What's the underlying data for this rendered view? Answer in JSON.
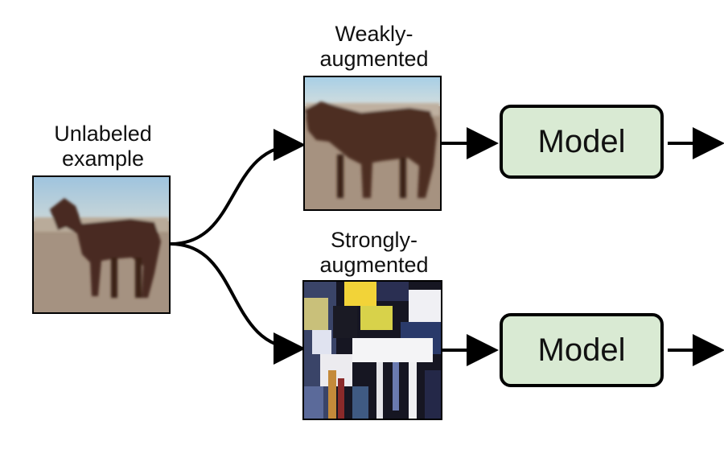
{
  "input": {
    "label_line1": "Unlabeled",
    "label_line2": "example",
    "image": "horse-photo"
  },
  "weak": {
    "label_line1": "Weakly-",
    "label_line2": "augmented",
    "image": "horse-photo-weakly-augmented"
  },
  "strong": {
    "label_line1": "Strongly-",
    "label_line2": "augmented",
    "image": "horse-photo-strongly-augmented"
  },
  "models": {
    "top_label": "Model",
    "bottom_label": "Model"
  },
  "colors": {
    "model_fill": "#d9ead3",
    "stroke": "#000000"
  }
}
